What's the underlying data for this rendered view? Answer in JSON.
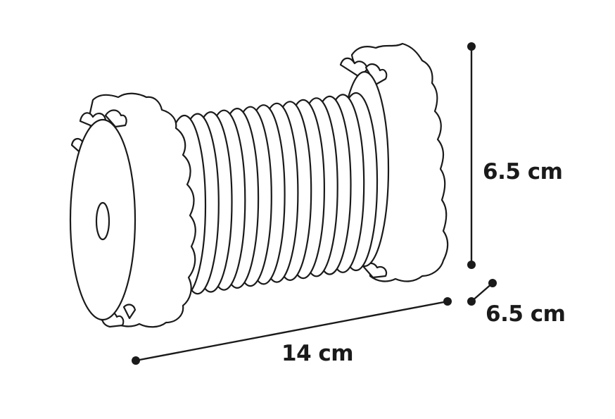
{
  "dimensions": {
    "length": "14 cm",
    "height": "6.5 cm",
    "depth": "6.5 cm"
  },
  "colors": {
    "stroke": "#1a1a1a",
    "fill": "#ffffff"
  }
}
